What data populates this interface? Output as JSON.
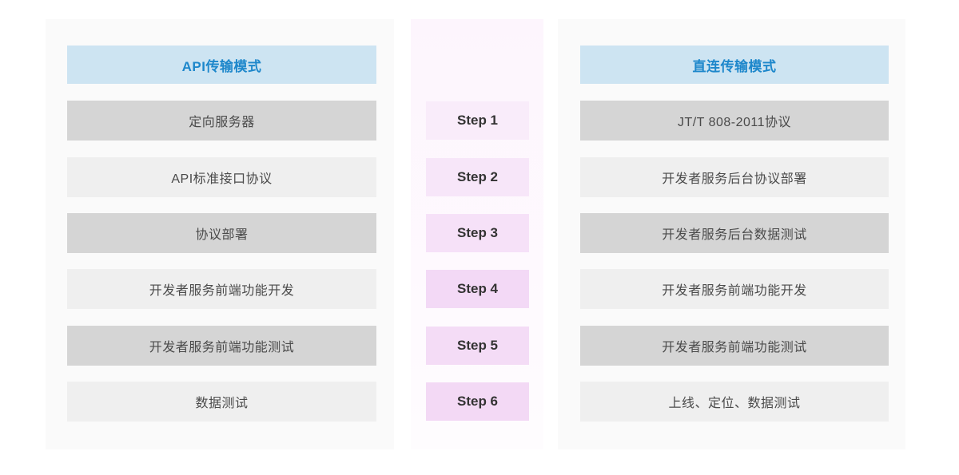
{
  "colors": {
    "page_bg": "#ffffff",
    "panel_bg": "#fafafa",
    "steps_panel_top": "#fdf5fd",
    "steps_panel_bottom": "#fefcfe",
    "header_bg": "#cde4f2",
    "header_text": "#1d87cb",
    "row_dark": "#d5d5d5",
    "row_light": "#efefef",
    "row_text": "#4a4a4a",
    "step_text": "#333333"
  },
  "left_panel": {
    "title": "API传输模式",
    "rows": [
      "定向服务器",
      "API标准接口协议",
      "协议部署",
      "开发者服务前端功能开发",
      "开发者服务前端功能测试",
      "数据测试"
    ]
  },
  "steps_panel": {
    "steps": [
      {
        "label": "Step 1",
        "bg": "#f9ecfa"
      },
      {
        "label": "Step 2",
        "bg": "#f7e6f9"
      },
      {
        "label": "Step 3",
        "bg": "#f6e1f8"
      },
      {
        "label": "Step 4",
        "bg": "#f3d9f6"
      },
      {
        "label": "Step 5",
        "bg": "#f4dcf6"
      },
      {
        "label": "Step 6",
        "bg": "#f3d9f5"
      }
    ]
  },
  "right_panel": {
    "title": "直连传输模式",
    "rows": [
      "JT/T 808-2011协议",
      "开发者服务后台协议部署",
      "开发者服务后台数据测试",
      "开发者服务前端功能开发",
      "开发者服务前端功能测试",
      "上线、定位、数据测试"
    ]
  }
}
